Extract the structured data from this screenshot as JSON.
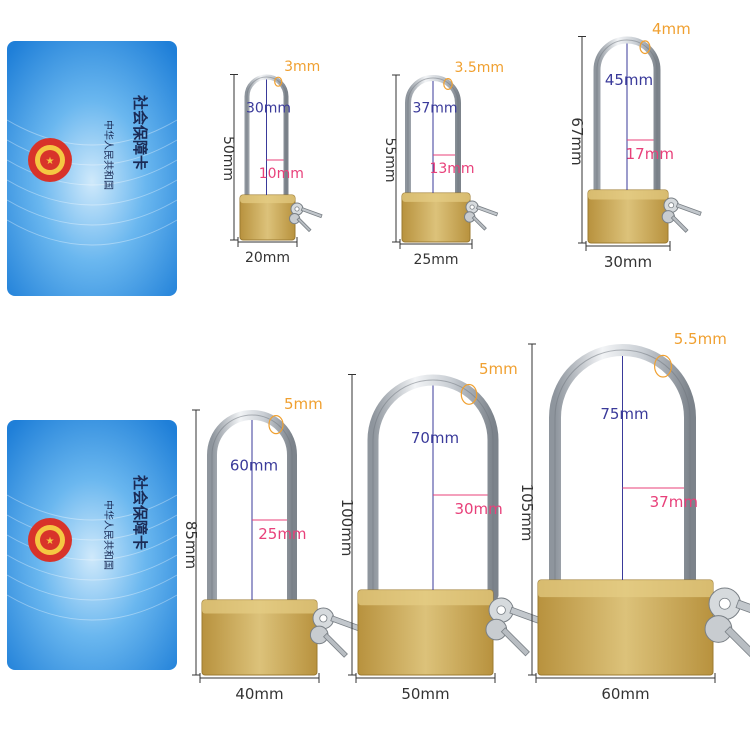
{
  "card": {
    "title": "社会保障卡",
    "issuer": "中华人民共和国"
  },
  "colors": {
    "card_blue": "#2a8be0",
    "brass": "#c9a64a",
    "shackle": "#c8cdd3",
    "dim_line": "#333333",
    "shackle_dim_text": "#3a3a9a",
    "width_dim_text": "#e8407a",
    "thickness_text": "#f0a030",
    "overall_text": "#333333"
  },
  "locks": [
    {
      "base_width": "20mm",
      "overall_height": "50mm",
      "shackle_height": "30mm",
      "shackle_inner_width": "10mm",
      "shackle_thickness": "3mm"
    },
    {
      "base_width": "25mm",
      "overall_height": "55mm",
      "shackle_height": "37mm",
      "shackle_inner_width": "13mm",
      "shackle_thickness": "3.5mm"
    },
    {
      "base_width": "30mm",
      "overall_height": "67mm",
      "shackle_height": "45mm",
      "shackle_inner_width": "17mm",
      "shackle_thickness": "4mm"
    },
    {
      "base_width": "40mm",
      "overall_height": "85mm",
      "shackle_height": "60mm",
      "shackle_inner_width": "25mm",
      "shackle_thickness": "5mm"
    },
    {
      "base_width": "50mm",
      "overall_height": "100mm",
      "shackle_height": "70mm",
      "shackle_inner_width": "30mm",
      "shackle_thickness": "5mm"
    },
    {
      "base_width": "60mm",
      "overall_height": "105mm",
      "shackle_height": "75mm",
      "shackle_inner_width": "37mm",
      "shackle_thickness": "5.5mm"
    }
  ]
}
